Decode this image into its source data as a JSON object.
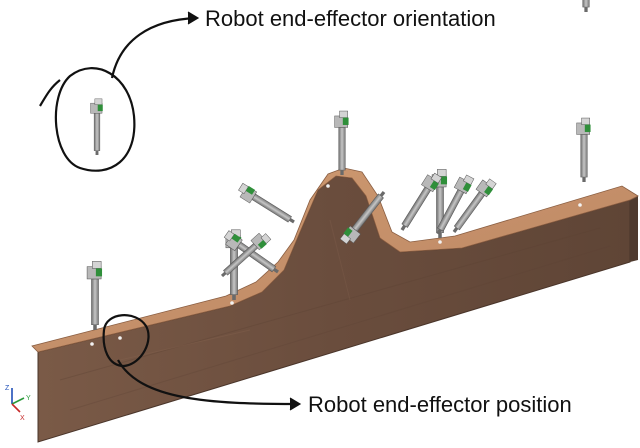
{
  "annotations": {
    "orientation_label": "Robot end-effector orientation",
    "position_label": "Robot end-effector position"
  },
  "axis_triad": {
    "x": "X",
    "y": "Y",
    "z": "Z"
  },
  "colors": {
    "wood_top": "#c8946a",
    "wood_front": "#6e5140",
    "wood_dark": "#5a4032",
    "tool_body": "#9a9a9a",
    "tool_tip": "#2f8f3a",
    "outline": "#111111"
  }
}
